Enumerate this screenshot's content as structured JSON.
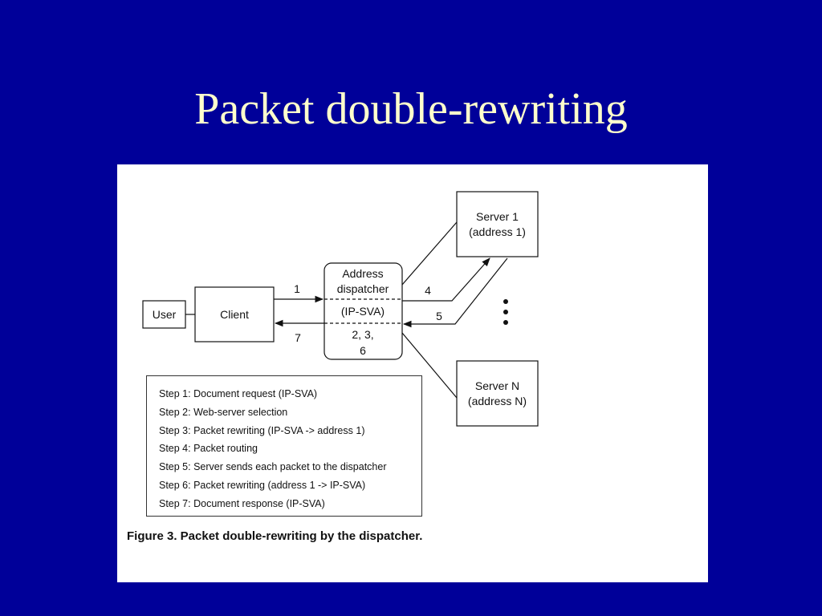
{
  "slide": {
    "title": "Packet double-rewriting",
    "background_color": "#000099",
    "title_color": "#FFFFCC"
  },
  "diagram": {
    "nodes": {
      "user": "User",
      "client": "Client",
      "dispatcher_line1": "Address",
      "dispatcher_line2": "dispatcher",
      "dispatcher_mid": "(IP-SVA)",
      "dispatcher_steps_line1": "2, 3,",
      "dispatcher_steps_line2": "6",
      "server1_line1": "Server 1",
      "server1_line2": "(address 1)",
      "servern_line1": "Server N",
      "servern_line2": "(address N)"
    },
    "edge_labels": {
      "e1": "1",
      "e4": "4",
      "e5": "5",
      "e7": "7"
    },
    "steps": [
      "Step 1: Document request (IP-SVA)",
      "Step 2: Web-server selection",
      "Step 3: Packet rewriting (IP-SVA -> address 1)",
      "Step 4: Packet routing",
      "Step 5: Server sends each packet to the dispatcher",
      "Step 6: Packet rewriting (address 1 -> IP-SVA)",
      "Step 7: Document response (IP-SVA)"
    ],
    "caption": "Figure 3. Packet double-rewriting by the dispatcher."
  }
}
